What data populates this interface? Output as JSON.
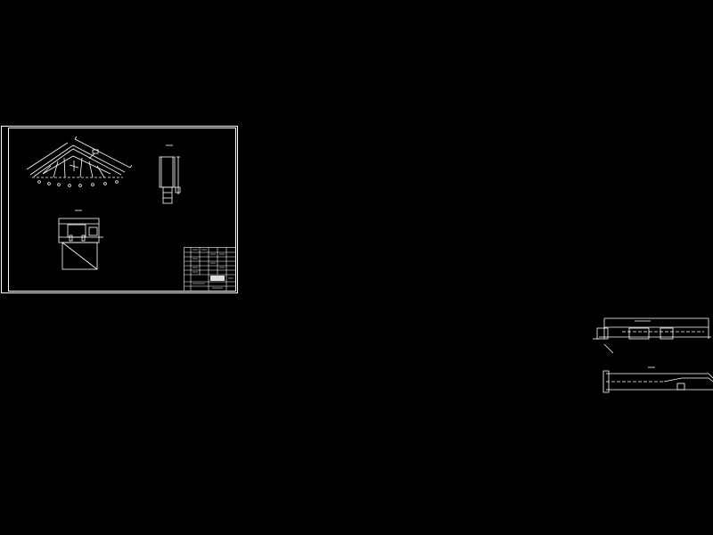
{
  "drawing": {
    "background": "#000000",
    "line_color": "#ffffff",
    "accent_color": "#cfcfcf"
  },
  "views": {
    "truss_elevation": {
      "name": "truss-elevation-view"
    },
    "section_view_a": {
      "name": "section-view-a"
    },
    "section_view_b": {
      "name": "section-view-b"
    },
    "beam_side_view": {
      "name": "beam-side-view"
    },
    "beam_plan_view": {
      "name": "beam-plan-view"
    }
  },
  "title_block": {
    "name": "title-block"
  }
}
